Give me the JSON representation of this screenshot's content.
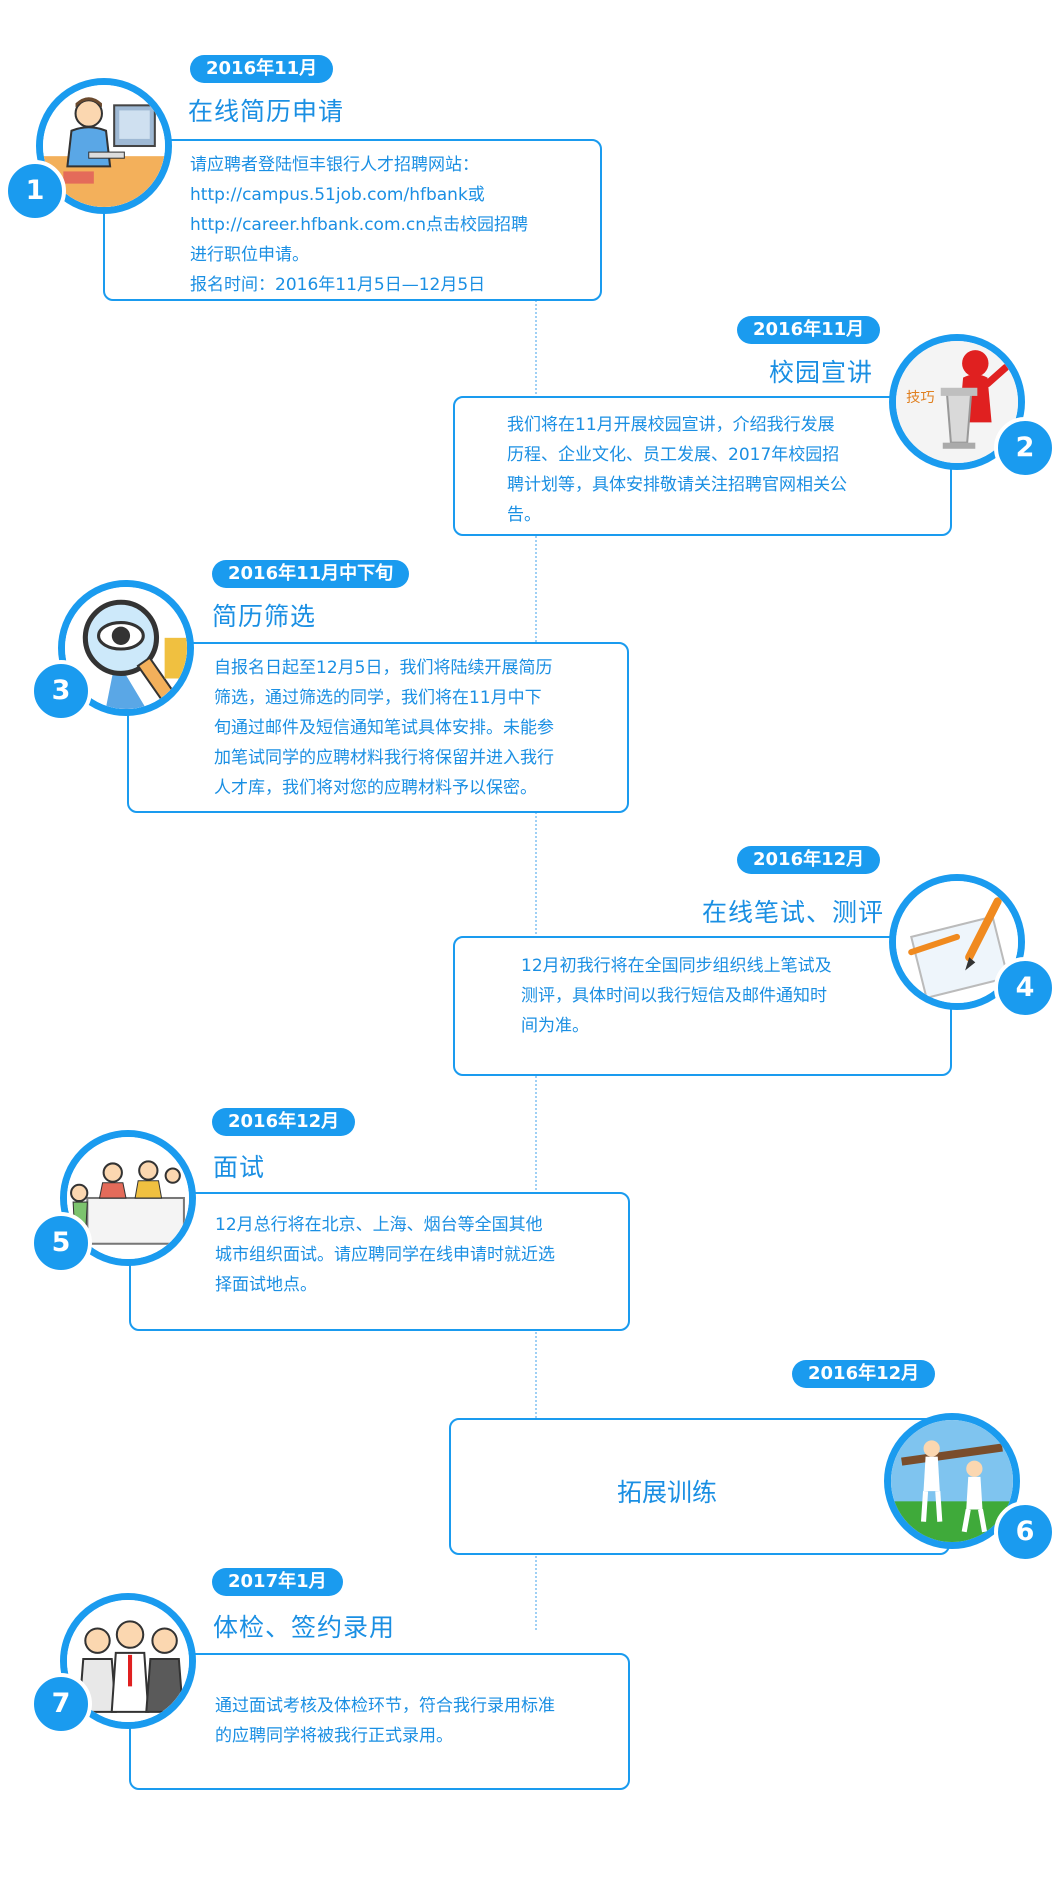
{
  "steps": [
    {
      "number": "1",
      "date": "2016年11月",
      "title": "在线简历申请",
      "lines": [
        "请应聘者登陆恒丰银行人才招聘网站：",
        "http://campus.51job.com/hfbank或",
        "http://career.hfbank.com.cn点击校园招聘",
        "进行职位申请。",
        "报名时间：2016年11月5日—12月5日"
      ],
      "icon": "computer-worker-illustration"
    },
    {
      "number": "2",
      "date": "2016年11月",
      "title": "校园宣讲",
      "lines": [
        "我们将在11月开展校园宣讲，介绍我行发展",
        "历程、企业文化、员工发展、2017年校园招",
        "聘计划等，具体安排敬请关注招聘官网相关公",
        "告。"
      ],
      "photo_text": "技巧",
      "icon": "speaker-podium-illustration"
    },
    {
      "number": "3",
      "date": "2016年11月中下旬",
      "title": "简历筛选",
      "lines": [
        "自报名日起至12月5日，我们将陆续开展简历",
        "筛选，通过筛选的同学，我们将在11月中下",
        "旬通过邮件及短信通知笔试具体安排。未能参",
        "加笔试同学的应聘材料我行将保留并进入我行",
        "人才库，我们将对您的应聘材料予以保密。"
      ],
      "icon": "magnifier-eye-illustration"
    },
    {
      "number": "4",
      "date": "2016年12月",
      "title": "在线笔试、测评",
      "lines": [
        "12月初我行将在全国同步组织线上笔试及",
        "测评，具体时间以我行短信及邮件通知时",
        "间为准。"
      ],
      "icon": "pencil-paper-illustration"
    },
    {
      "number": "5",
      "date": "2016年12月",
      "title": "面试",
      "lines": [
        "12月总行将在北京、上海、烟台等全国其他",
        "城市组织面试。请应聘同学在线申请时就近选",
        "择面试地点。"
      ],
      "icon": "interview-panel-illustration"
    },
    {
      "number": "6",
      "date": "2016年12月",
      "title": "拓展训练",
      "lines": [],
      "icon": "outdoor-training-illustration"
    },
    {
      "number": "7",
      "date": "2017年1月",
      "title": "体检、签约录用",
      "lines": [
        "通过面试考核及体检环节，符合我行录用标准",
        "的应聘同学将被我行正式录用。"
      ],
      "icon": "team-people-illustration"
    }
  ],
  "colors": {
    "accent": "#1a9bef",
    "text": "#1a8fe3",
    "line": "#9fd0f5"
  }
}
